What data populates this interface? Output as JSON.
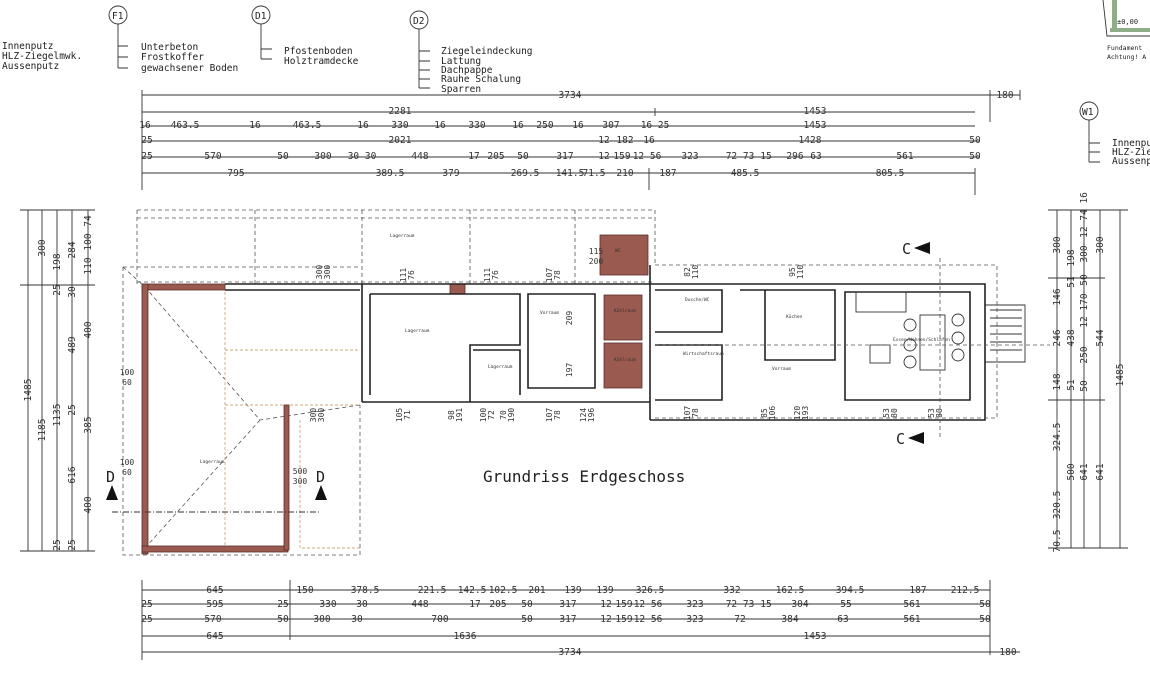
{
  "title": "Grundriss Erdgeschoss",
  "legends": {
    "wall_left": [
      "Innenputz",
      "HLZ-Ziegelmwk.",
      "Aussenputz"
    ],
    "F1": {
      "tag": "F1",
      "items": [
        "Unterbeton",
        "Frostkoffer",
        "gewachsener Boden"
      ]
    },
    "D1": {
      "tag": "D1",
      "items": [
        "Pfostenboden",
        "Holztramdecke"
      ]
    },
    "D2": {
      "tag": "D2",
      "items": [
        "Ziegeleindeckung",
        "Lattung",
        "Dachpappe",
        "Rauhe Schalung",
        "Sparren"
      ]
    },
    "W1": {
      "tag": "W1",
      "items": [
        "Innenpu",
        "HLZ-Zie",
        "Aussenp"
      ]
    },
    "detail": {
      "level": "±0,00",
      "notes": [
        "Fundament",
        "Achtung! A"
      ]
    }
  },
  "section_markers": [
    "C",
    "C",
    "D",
    "D"
  ],
  "rooms": [
    "Lagerraum",
    "Lagerraum",
    "Lagerraum",
    "Lagerraum",
    "Vorraum",
    "Kühlraum",
    "Kühlraum",
    "WC",
    "Dusche/WC",
    "Wirtschaftsraum",
    "Küchen",
    "Vorraum",
    "Essen/Wohnen/Schlafen"
  ],
  "colors": {
    "existing_wall": "#9a5a50",
    "old_outline": "#c8a878",
    "line": "#333333"
  },
  "dims_top": [
    [
      "3734",
      "180"
    ],
    [
      "2281",
      "1453"
    ],
    [
      "16",
      "463.5",
      "16",
      "463.5",
      "16",
      "330",
      "16",
      "330",
      "16",
      "250",
      "16",
      "307",
      "16 25",
      "1453"
    ],
    [
      "25",
      "2021",
      "12",
      "182",
      "16",
      "1428",
      "50"
    ],
    [
      "25",
      "570",
      "50",
      "300",
      "30 30",
      "448",
      "17",
      "205",
      "50",
      "317",
      "12",
      "159",
      "12 56",
      "323",
      "72 73",
      "15",
      "296",
      "63",
      "561",
      "50"
    ],
    [
      "795",
      "389.5",
      "379",
      "269.5",
      "141.5",
      "71.5",
      "210",
      "187",
      "485.5",
      "805.5"
    ]
  ],
  "dims_bottom": [
    [
      "645",
      "150",
      "378.5",
      "221.5",
      "142.5",
      "102.5",
      "201",
      "139",
      "139",
      "326.5",
      "332",
      "162.5",
      "394.5",
      "187",
      "212.5"
    ],
    [
      "25",
      "595",
      "25",
      "330",
      "30",
      "448",
      "17",
      "205",
      "50",
      "317",
      "12",
      "159",
      "12 56",
      "323",
      "72 73",
      "15",
      "304",
      "55",
      "561",
      "50"
    ],
    [
      "25",
      "570",
      "50",
      "300",
      "30",
      "700",
      "50",
      "317",
      "12",
      "159",
      "12 56",
      "323",
      "72",
      "384",
      "63",
      "561",
      "50"
    ],
    [
      "645",
      "1636",
      "1453"
    ],
    [
      "3734",
      "180"
    ]
  ],
  "dims_left": [
    [
      "1485"
    ],
    [
      "300",
      "1185"
    ],
    [
      "198",
      "25",
      "1135",
      "25"
    ],
    [
      "284",
      "30",
      "489",
      "25",
      "616",
      "25"
    ],
    [
      "74",
      "100",
      "110",
      "400",
      "385",
      "400"
    ]
  ],
  "dims_right": [
    [
      "300",
      "146",
      "246",
      "148",
      "324.5",
      "320.5",
      "70.5"
    ],
    [
      "198",
      "51",
      "438",
      "51",
      "500"
    ],
    [
      "12 74 16",
      "300",
      "50",
      "170",
      "12",
      "250",
      "50",
      "641"
    ],
    [
      "300",
      "544",
      "641"
    ],
    [
      "1485"
    ]
  ],
  "dims_inner": [
    "300",
    "300",
    "111",
    "76",
    "111",
    "76",
    "107",
    "78",
    "115",
    "200",
    "209",
    "197",
    "105",
    "71",
    "98",
    "191",
    "100",
    "72",
    "70",
    "190",
    "107",
    "78",
    "124",
    "196",
    "100",
    "60",
    "100",
    "60",
    "300",
    "300",
    "500",
    "300",
    "82",
    "110",
    "95",
    "110",
    "107",
    "78",
    "85",
    "106",
    "120",
    "193",
    "53",
    "80",
    "53",
    "80"
  ]
}
